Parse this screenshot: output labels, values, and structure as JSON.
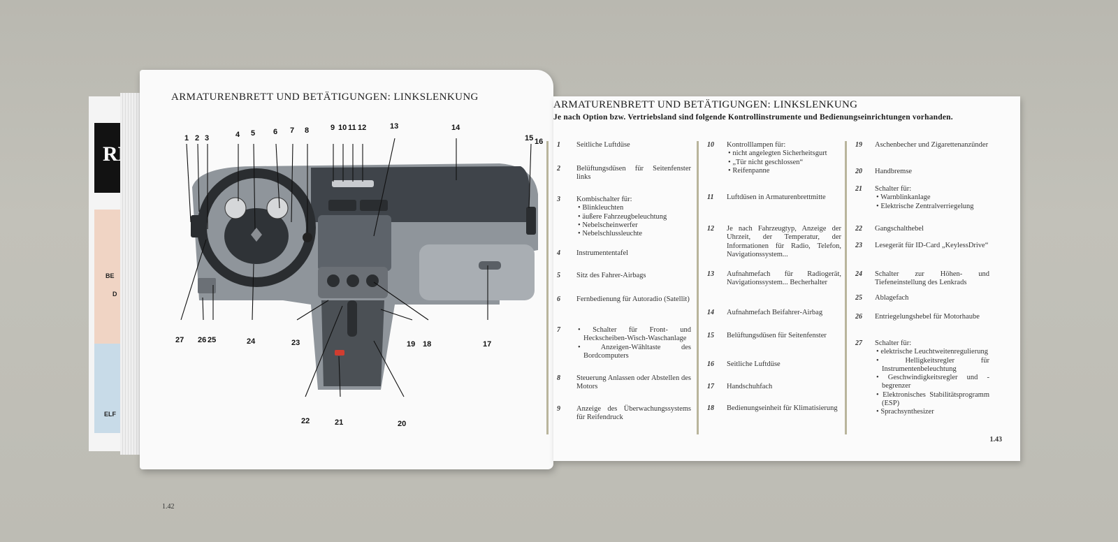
{
  "back_book": {
    "logo_fragment": "RE",
    "text1": "BE",
    "text2": "D",
    "text3": "ELF"
  },
  "left_page": {
    "title": "ARMATURENBRETT UND BETÄTIGUNGEN: LINKSLENKUNG",
    "page_number": "1.42"
  },
  "callouts_top": [
    "1",
    "2",
    "3",
    "4",
    "5",
    "6",
    "7",
    "8",
    "9",
    "10",
    "11",
    "12",
    "13",
    "14",
    "15",
    "16"
  ],
  "callouts_bottom": [
    "27",
    "26",
    "25",
    "24",
    "23",
    "22",
    "21",
    "20",
    "19",
    "18",
    "17"
  ],
  "right_page": {
    "title": "ARMATURENBRETT UND BETÄTIGUNGEN: LINKSLENKUNG",
    "subtitle": "Je nach Option bzw. Vertriebsland sind folgende Kontrollinstrumente und Bedienungseinrichtungen vorhanden.",
    "page_number": "1.43",
    "columns": [
      [
        {
          "n": "1",
          "text": "Seitliche Luftdüse"
        },
        {
          "n": "2",
          "text": "Belüftungsdüsen für Seitenfenster links"
        },
        {
          "n": "3",
          "text": "Kombischalter für:",
          "bullets": [
            "Blinkleuchten",
            "äußere Fahrzeugbeleuchtung",
            "Nebelscheinwerfer",
            "Nebelschlussleuchte"
          ]
        },
        {
          "n": "4",
          "text": "Instrumententafel"
        },
        {
          "n": "5",
          "text": "Sitz des Fahrer-Airbags"
        },
        {
          "n": "6",
          "text": "Fernbedienung für Autoradio (Satellit)"
        },
        {
          "n": "7",
          "text": "",
          "bullets": [
            "Schalter für Front- und Heckscheiben-Wisch-Waschanlage",
            "Anzeigen-Wähltaste des Bordcomputers"
          ]
        },
        {
          "n": "8",
          "text": "Steuerung Anlassen oder Abstellen des Motors"
        },
        {
          "n": "9",
          "text": "Anzeige des Überwachungssystems für Reifendruck"
        }
      ],
      [
        {
          "n": "10",
          "text": "Kontrolllampen für:",
          "bullets": [
            "nicht angelegten Sicherheitsgurt",
            "„Tür nicht geschlossen“",
            "Reifenpanne"
          ]
        },
        {
          "n": "11",
          "text": "Luftdüsen in Armaturenbrettmitte"
        },
        {
          "n": "12",
          "text": "Je nach Fahrzeugtyp, Anzeige der Uhrzeit, der Temperatur, der Informationen für Radio, Telefon, Navigationssystem..."
        },
        {
          "n": "13",
          "text": "Aufnahmefach für Radiogerät, Navigationssystem... Becherhalter"
        },
        {
          "n": "14",
          "text": "Aufnahmefach Beifahrer-Airbag"
        },
        {
          "n": "15",
          "text": "Belüftungsdüsen für Seitenfenster"
        },
        {
          "n": "16",
          "text": "Seitliche Luftdüse"
        },
        {
          "n": "17",
          "text": "Handschuhfach"
        },
        {
          "n": "18",
          "text": "Bedienungseinheit für Klimatisierung"
        }
      ],
      [
        {
          "n": "19",
          "text": "Aschenbecher und Zigarettenanzünder"
        },
        {
          "n": "20",
          "text": "Handbremse"
        },
        {
          "n": "21",
          "text": "Schalter für:",
          "bullets": [
            "Warnblinkanlage",
            "Elektrische Zentralverriegelung"
          ]
        },
        {
          "n": "22",
          "text": "Gangschalthebel"
        },
        {
          "n": "23",
          "text": "Lesegerät für ID-Card „KeylessDrive“"
        },
        {
          "n": "24",
          "text": "Schalter zur Höhen- und Tiefeneinstellung des Lenkrads"
        },
        {
          "n": "25",
          "text": "Ablagefach"
        },
        {
          "n": "26",
          "text": "Entriegelungshebel für Motorhaube"
        },
        {
          "n": "27",
          "text": "Schalter für:",
          "bullets": [
            "elektrische Leuchtweitenregulierung",
            "Helligkeitsregler für Instrumentenbeleuchtung",
            "Geschwindigkeitsregler und -begrenzer",
            "Elektronisches Stabilitätsprogramm (ESP)",
            "Sprachsynthesizer"
          ]
        }
      ]
    ]
  }
}
